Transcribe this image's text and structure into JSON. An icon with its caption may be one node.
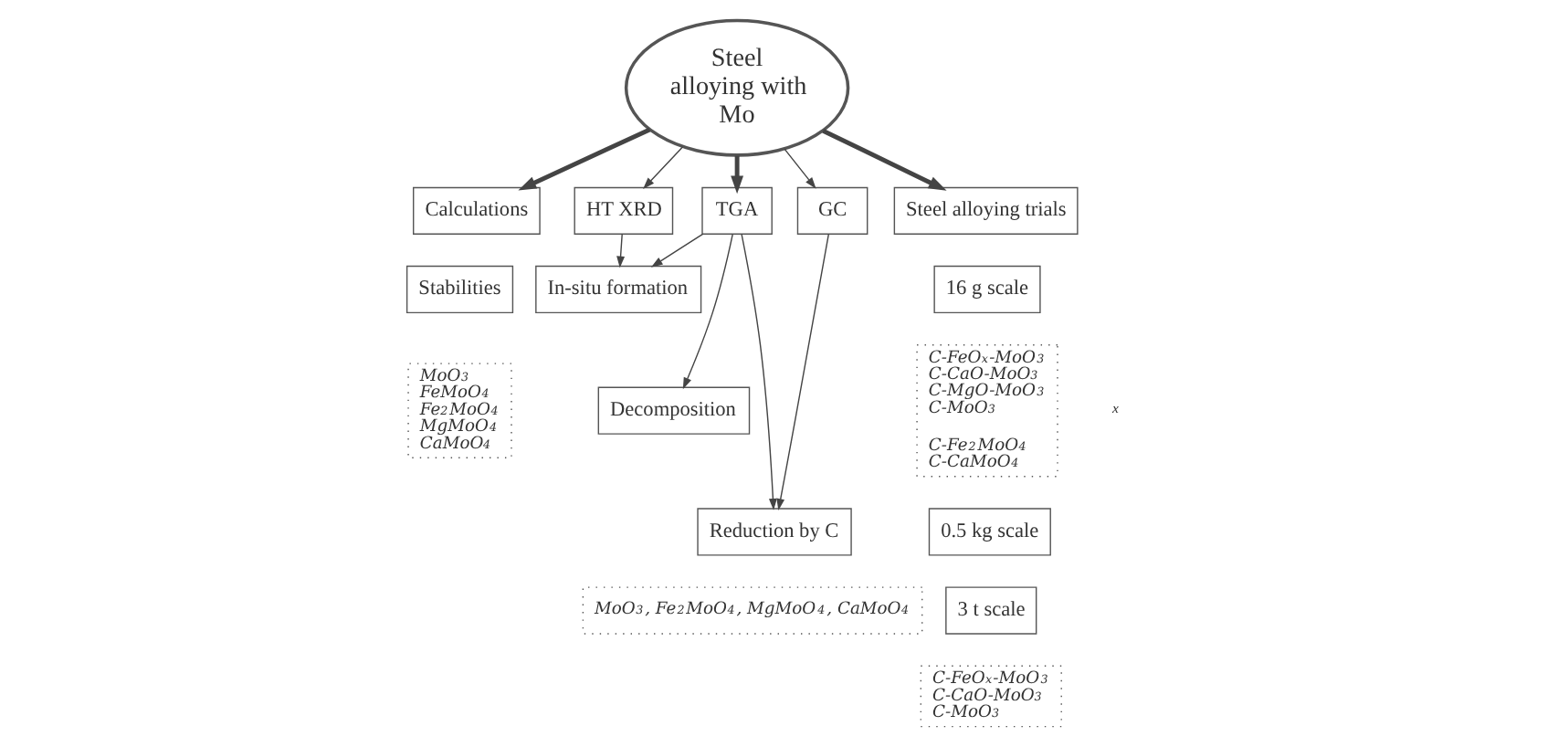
{
  "diagram": {
    "nodes": [
      {
        "text": [
          "Steel alloying with Mo"
        ]
      },
      {
        "text": [
          "Calculations"
        ]
      },
      {
        "text": [
          "HT XRD"
        ]
      },
      {
        "text": [
          "TGA"
        ]
      },
      {
        "text": [
          "GC"
        ]
      },
      {
        "text": [
          "Steel alloying trials"
        ]
      },
      {
        "text": [
          "Stabilities"
        ]
      },
      {
        "text": [
          "MoO$_{3}$ FeMoO$_{4}$ Fe$_{2}$MoO$_{4}$ MgMoO$_{4}$ CaMoO$_{4}$"
        ]
      },
      {
        "text": [
          "In-situ formation"
        ]
      },
      {
        "text": [
          "Decomposition"
        ]
      },
      {
        "text": [
          "Reduction by C"
        ]
      },
      {
        "text": [
          "MoO$_{3}$, Fe$_{2}$MoO$_{4}$, MgMoO$_{4}$, CaMoO$_{4}$"
        ]
      },
      {
        "text": [
          "16 g scale"
        ]
      },
      {
        "text": [
          "C-FeO$_{x}$-MoO$_{3}$ C-CaO-MoO$_{3}$ C-MgO-MoO$_{3}$ C-MoO$_{3}$",
          "C-Fe$_{2}$MoO$_{4}$ C-CaMoO$_{4}$"
        ]
      },
      {
        "text": [
          "0.5 kg scale"
        ]
      },
      {
        "text": [
          "3 t scale"
        ]
      },
      {
        "text": [
          "C-FeO$_{x}$-MoO$_{3}$ C-CaO-MoO$_{3}$ C-MoO$_{3}$"
        ]
      }
    ],
    "edges": [
      {
        "from": 0,
        "to": 1,
        "arrow": "to",
        "style": "thick"
      },
      {
        "from": 0,
        "to": 2,
        "arrow": "to"
      },
      {
        "from": 0,
        "to": 3,
        "arrow": "to",
        "style": "thick"
      },
      {
        "from": 0,
        "to": 4,
        "arrow": "to"
      },
      {
        "from": 0,
        "to": 5,
        "arrow": "to",
        "style": "thick"
      },
      {
        "from": 2,
        "to": 8,
        "arrow": "to"
      },
      {
        "from": 3,
        "to": 8,
        "arrow": "to"
      },
      {
        "from": 3,
        "to": 9,
        "arrow": "to"
      },
      {
        "from": 3,
        "to": 10,
        "arrow": "to"
      },
      {
        "from": 4,
        "to": 10,
        "arrow": "to"
      }
    ],
    "labels": [
      "x"
    ]
  }
}
